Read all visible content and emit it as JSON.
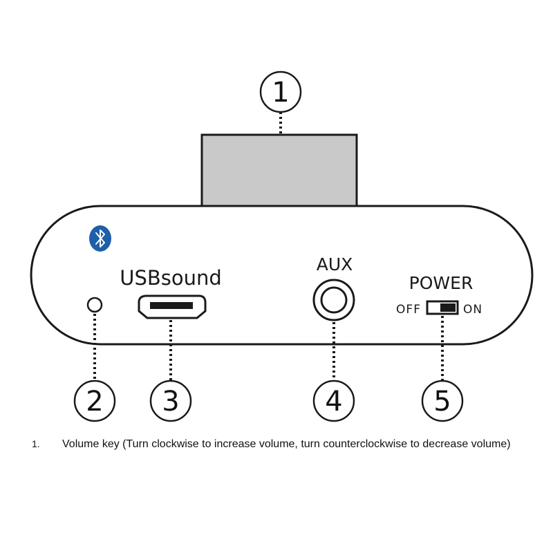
{
  "callouts": [
    "1",
    "2",
    "3",
    "4",
    "5"
  ],
  "panel": {
    "usb_label": "USBsound",
    "aux_label": "AUX",
    "power_label": "POWER",
    "switch_off": "OFF",
    "switch_on": "ON",
    "switch_state": "on"
  },
  "icons": {
    "bluetooth": "bluetooth-icon",
    "bluetooth_color": "#1d5fa8"
  },
  "caption": {
    "number": "1.",
    "text": "Volume key (Turn clockwise to increase volume, turn counterclockwise to decrease volume)"
  }
}
